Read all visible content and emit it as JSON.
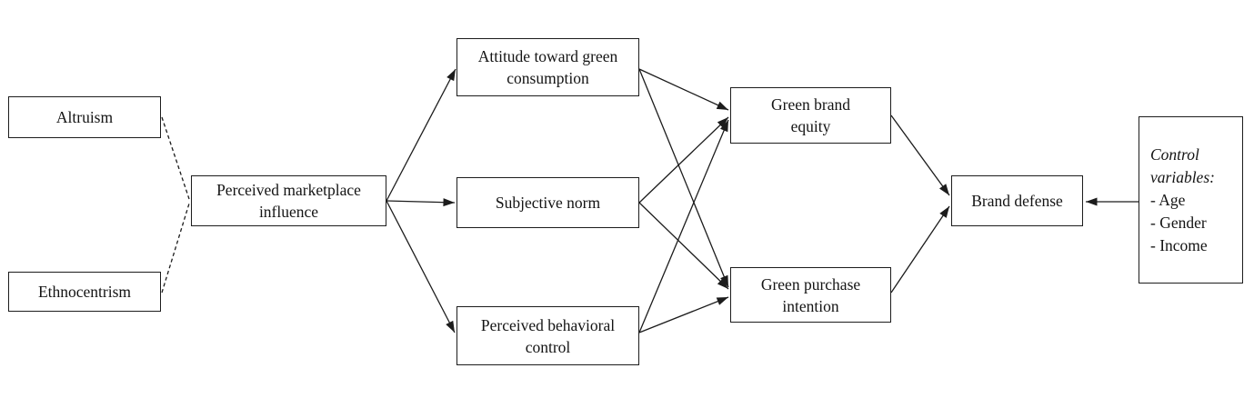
{
  "diagram": {
    "background": "#ffffff",
    "line_color": "#1c1c1c",
    "text_color": "#141414",
    "nodes": {
      "altruism": {
        "lines": [
          "Altruism"
        ]
      },
      "ethnocentrism": {
        "lines": [
          "Ethnocentrism"
        ]
      },
      "pmi": {
        "lines": [
          "Perceived marketplace",
          "influence"
        ]
      },
      "attitude": {
        "lines": [
          "Attitude toward green",
          "consumption"
        ]
      },
      "subjective_norm": {
        "lines": [
          "Subjective norm"
        ]
      },
      "pbc": {
        "lines": [
          "Perceived behavioral",
          "control"
        ]
      },
      "gbe": {
        "lines": [
          "Green brand",
          "equity"
        ]
      },
      "gpi": {
        "lines": [
          "Green purchase",
          "intention"
        ]
      },
      "brand_defense": {
        "lines": [
          "Brand defense"
        ]
      },
      "control_variables": {
        "title": "Control variables:",
        "items": [
          "- Age",
          "- Gender",
          "- Income"
        ]
      }
    },
    "edges": [
      {
        "from": "altruism",
        "to": "pmi",
        "style": "dashed",
        "arrow": false
      },
      {
        "from": "ethnocentrism",
        "to": "pmi",
        "style": "dashed",
        "arrow": false
      },
      {
        "from": "pmi",
        "to": "attitude",
        "style": "solid",
        "arrow": true
      },
      {
        "from": "pmi",
        "to": "subjective_norm",
        "style": "solid",
        "arrow": true
      },
      {
        "from": "pmi",
        "to": "pbc",
        "style": "solid",
        "arrow": true
      },
      {
        "from": "attitude",
        "to": "gbe",
        "style": "solid",
        "arrow": true
      },
      {
        "from": "attitude",
        "to": "gpi",
        "style": "solid",
        "arrow": true
      },
      {
        "from": "subjective_norm",
        "to": "gbe",
        "style": "solid",
        "arrow": true
      },
      {
        "from": "subjective_norm",
        "to": "gpi",
        "style": "solid",
        "arrow": true
      },
      {
        "from": "pbc",
        "to": "gbe",
        "style": "solid",
        "arrow": true
      },
      {
        "from": "pbc",
        "to": "gpi",
        "style": "solid",
        "arrow": true
      },
      {
        "from": "gbe",
        "to": "brand_defense",
        "style": "solid",
        "arrow": true
      },
      {
        "from": "gpi",
        "to": "brand_defense",
        "style": "solid",
        "arrow": true
      },
      {
        "from": "control_variables",
        "to": "brand_defense",
        "style": "solid",
        "arrow": true
      }
    ]
  }
}
